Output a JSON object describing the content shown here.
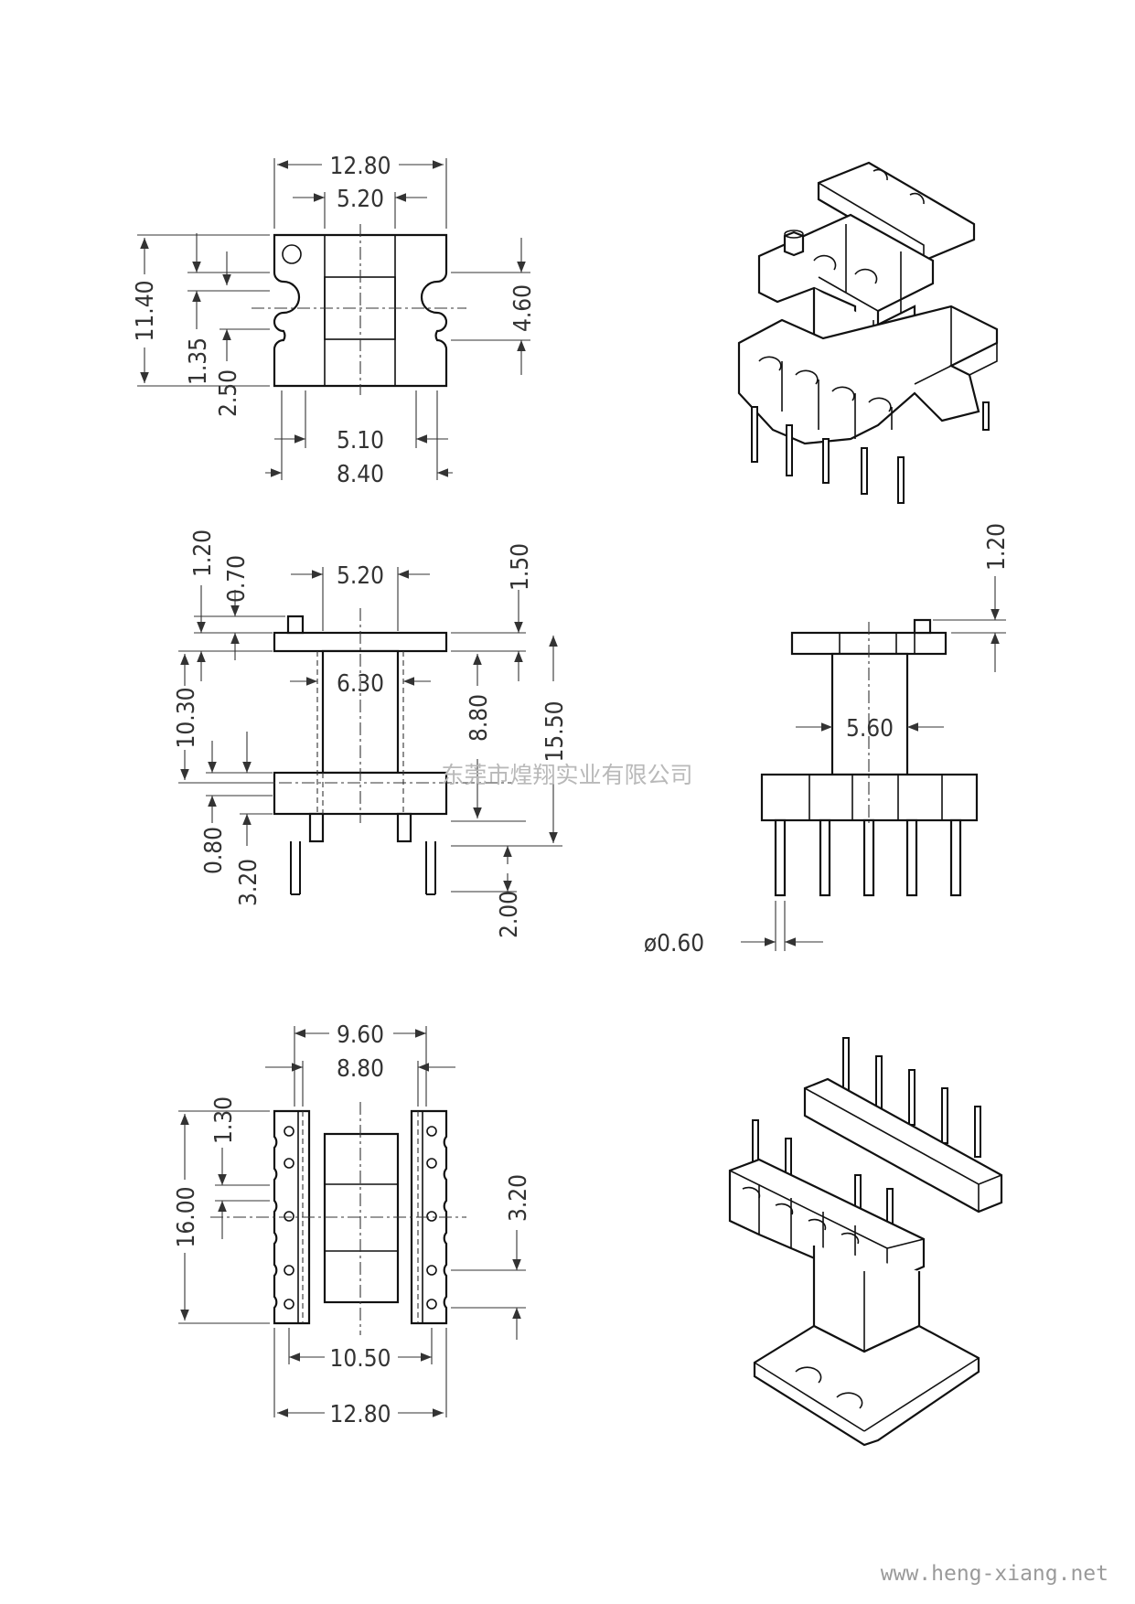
{
  "drawing": {
    "top_view": {
      "width_overall": "12.80",
      "slot_width": "5.20",
      "height_overall": "11.40",
      "notch_pitch": "4.60",
      "notch_width": "1.35",
      "notch_offset": "2.50",
      "inner_span": "5.10",
      "notch_span": "8.40"
    },
    "front_view": {
      "flange_thickness": "1.20",
      "pin_stub_height": "0.70",
      "core_window": "5.20",
      "top_flange": "1.50",
      "window_height": "10.30",
      "core_width": "6.30",
      "window_inner": "8.80",
      "total_height": "15.50",
      "base_offset": "0.80",
      "pin_length": "3.20",
      "pin_gap": "2.00"
    },
    "side_view": {
      "flange_thickness": "1.20",
      "core_depth": "5.60",
      "pin_diameter": "ø0.60"
    },
    "bottom_view": {
      "flange_span": "9.60",
      "inner_span": "8.80",
      "length_overall": "16.00",
      "edge_offset": "1.30",
      "pin_pitch": "3.20",
      "pin_row_span": "10.50",
      "width_overall": "12.80"
    }
  },
  "watermark": "东莞市煌翔实业有限公司",
  "website": "www.heng-xiang.net"
}
